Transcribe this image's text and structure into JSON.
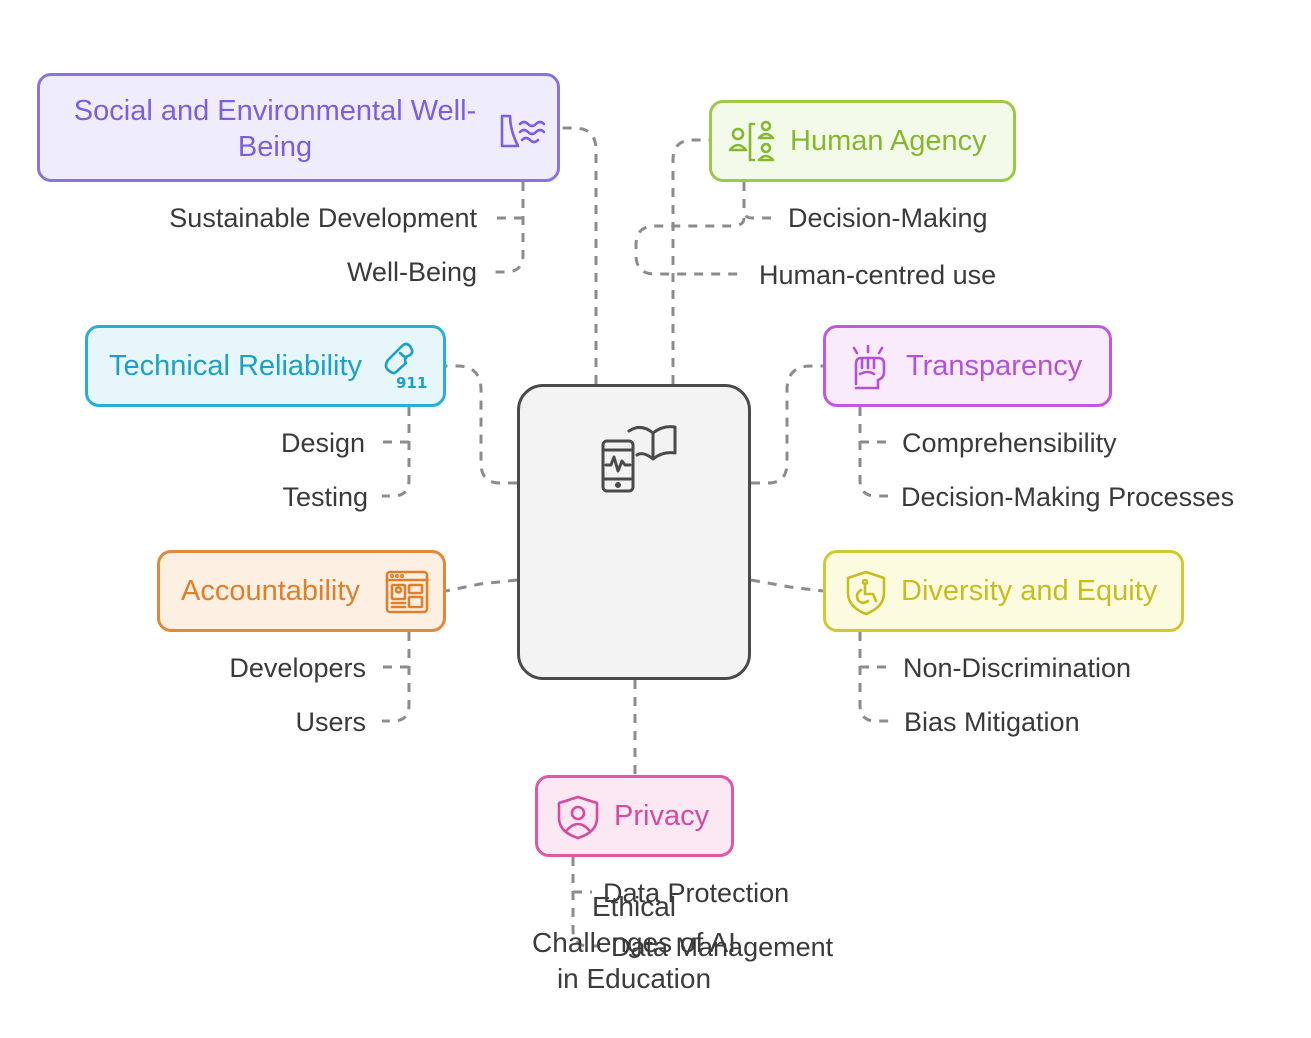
{
  "center": {
    "title": "Ethical Challenges of AI in Education",
    "icon": "book-phone-icon"
  },
  "topics": {
    "social": {
      "title": "Social and Environmental Well-Being",
      "icon": "waves-cliff-icon",
      "items": [
        "Sustainable Development",
        "Well-Being"
      ]
    },
    "agency": {
      "title": "Human Agency",
      "icon": "people-network-icon",
      "items": [
        "Decision-Making",
        "Human-centred use"
      ]
    },
    "technical": {
      "title": "Technical Reliability",
      "icon": "phone-911-icon",
      "items": [
        "Design",
        "Testing"
      ]
    },
    "transparency": {
      "title": "Transparency",
      "icon": "raised-fist-icon",
      "items": [
        "Comprehensibility",
        "Decision-Making Processes"
      ]
    },
    "accountability": {
      "title": "Accountability",
      "icon": "dashboard-window-icon",
      "items": [
        "Developers",
        "Users"
      ]
    },
    "diversity": {
      "title": "Diversity and Equity",
      "icon": "accessibility-shield-icon",
      "items": [
        "Non-Discrimination",
        "Bias Mitigation"
      ]
    },
    "privacy": {
      "title": "Privacy",
      "icon": "user-shield-icon",
      "items": [
        "Data Protection",
        "Data Management"
      ]
    }
  },
  "colors": {
    "social": "#8a72e0",
    "agency": "#9dc944",
    "technical": "#2aadd6",
    "transparency": "#c058e0",
    "accountability": "#e0893a",
    "diversity": "#d4c733",
    "privacy": "#dd58a8",
    "connector": "#8c8c8c"
  }
}
